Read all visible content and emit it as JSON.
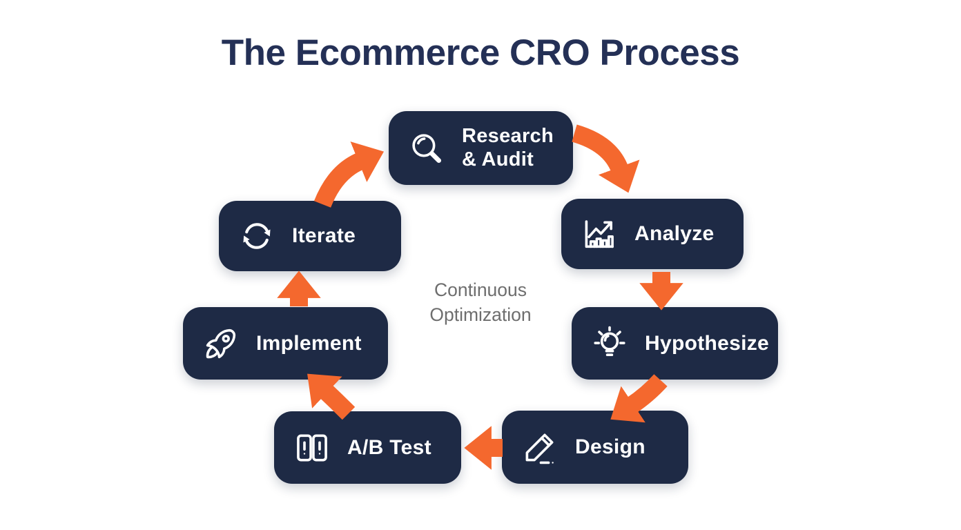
{
  "title": "The Ecommerce CRO Process",
  "center": {
    "line1": "Continuous",
    "line2": "Optimization"
  },
  "colors": {
    "box": "#1E2A45",
    "arrow": "#F4682E",
    "title_text": "#243056",
    "center_text": "#6E6E6E",
    "background": "#FFFFFF",
    "box_text": "#FFFFFF"
  },
  "steps": [
    {
      "id": "research-audit",
      "label_line1": "Research",
      "label_line2": "& Audit",
      "icon": "magnifier-icon"
    },
    {
      "id": "analyze",
      "label": "Analyze",
      "icon": "bar-chart-icon"
    },
    {
      "id": "hypothesize",
      "label": "Hypothesize",
      "icon": "lightbulb-icon"
    },
    {
      "id": "design",
      "label": "Design",
      "icon": "pencil-icon"
    },
    {
      "id": "ab-test",
      "label": "A/B Test",
      "icon": "split-test-icon"
    },
    {
      "id": "implement",
      "label": "Implement",
      "icon": "rocket-icon"
    },
    {
      "id": "iterate",
      "label": "Iterate",
      "icon": "refresh-icon"
    }
  ]
}
